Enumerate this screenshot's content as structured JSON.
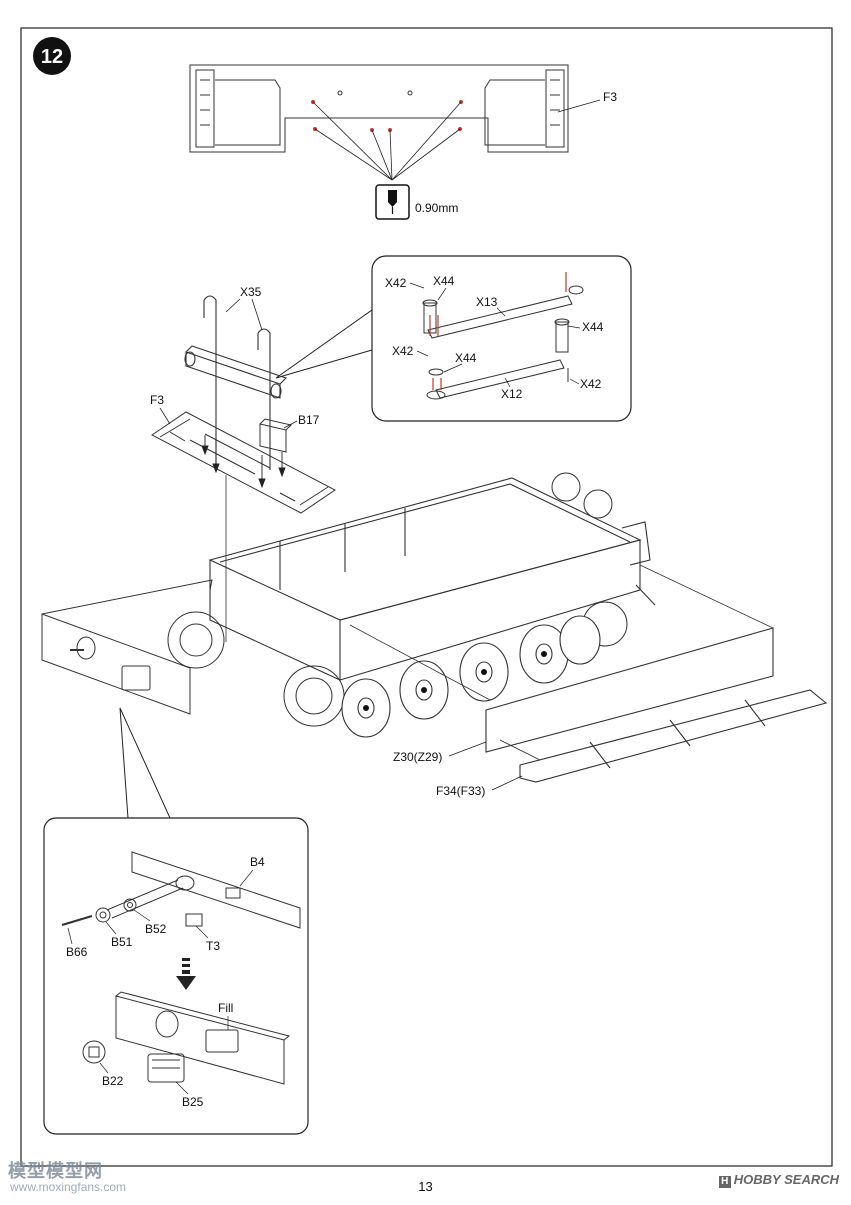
{
  "step": {
    "number": "12"
  },
  "hardware": {
    "drill_size": "0.90mm"
  },
  "part_labels": {
    "f3_top": "F3",
    "x35": "X35",
    "f3_left": "F3",
    "b17": "B17",
    "x42_a": "X42",
    "x44_a": "X44",
    "x13": "X13",
    "x44_b": "X44",
    "x42_b": "X42",
    "x44_c": "X44",
    "x12": "X12",
    "x42_c": "X42",
    "z30": "Z30(Z29)",
    "f34": "F34(F33)"
  },
  "detail_labels": {
    "b4": "B4",
    "b66": "B66",
    "b51": "B51",
    "b52": "B52",
    "t3": "T3",
    "fill": "Fill",
    "b22": "B22",
    "b25": "B25"
  },
  "footer": {
    "page_number": "13",
    "watermark_cn": "模型模型网",
    "watermark_url": "www.moxingfans.com",
    "watermark_brand": "HOBBY SEARCH"
  }
}
